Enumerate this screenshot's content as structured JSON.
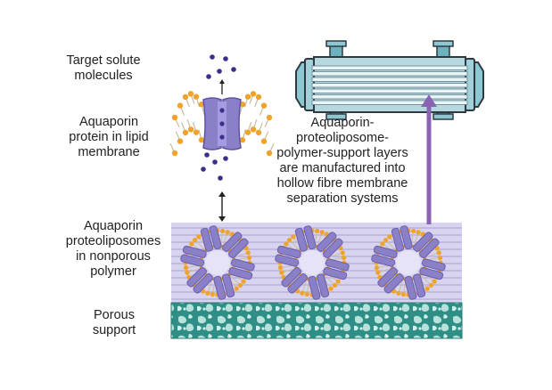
{
  "labels": {
    "target_solute": [
      "Target solute",
      "molecules"
    ],
    "aquaporin_protein": [
      "Aquaporin",
      "protein in lipid",
      "membrane"
    ],
    "proteoliposomes": [
      "Aquaporin",
      "proteoliposomes",
      "in nonporous",
      "polymer"
    ],
    "porous_support": [
      "Porous",
      "support"
    ],
    "manufacture_note": [
      "Aquaporin-",
      "proteoliposome-",
      "polymer-support layers",
      "are manufactured into",
      "hollow fibre membrane",
      "separation systems"
    ]
  },
  "colors": {
    "polymer_fill": "#d8d3ee",
    "polymer_stripe": "#b9b2dc",
    "protein": "#8a80c8",
    "protein_dark": "#6a5fae",
    "lipid_head": "#f0a32a",
    "lipid_tail": "#c9bca0",
    "support_fill": "#2f8f86",
    "support_light": "#b7e2dc",
    "arrow": "#8a63b5",
    "module_body": "#b8d8df",
    "module_tube": "#e9f4f7",
    "molecule": "#3d2e8c"
  },
  "icons": [
    "solute-molecule-icon",
    "aquaporin-channel-icon",
    "proteoliposome-icon",
    "hollow-fibre-module-icon",
    "double-headed-arrow-icon",
    "upward-arrow-icon"
  ]
}
